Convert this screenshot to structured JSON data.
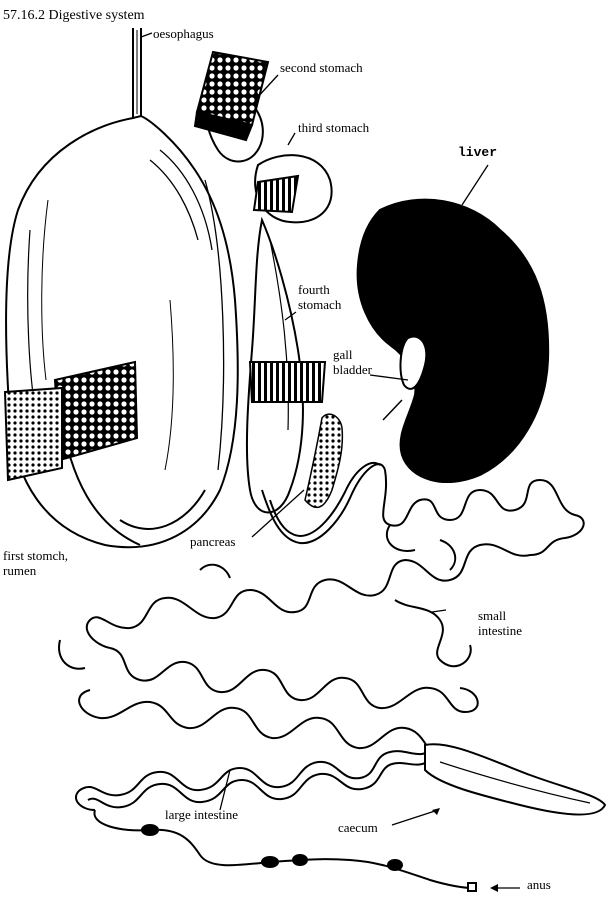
{
  "title": "57.16.2 Digestive system",
  "labels": {
    "oesophagus": "oesophagus",
    "second_stomach": "second stomach",
    "third_stomach": "third stomach",
    "liver": "liver",
    "fourth_stomach_line1": "fourth",
    "fourth_stomach_line2": "stomach",
    "gall_bladder_line1": "gall",
    "gall_bladder_line2": "bladder",
    "pancreas": "pancreas",
    "rumen_line1": "first stomch,",
    "rumen_line2": "rumen",
    "small_intestine_line1": "small",
    "small_intestine_line2": "intestine",
    "large_intestine": "large intestine",
    "caecum": "caecum",
    "anus": "anus"
  },
  "colors": {
    "ink": "#000000",
    "paper": "#ffffff"
  }
}
